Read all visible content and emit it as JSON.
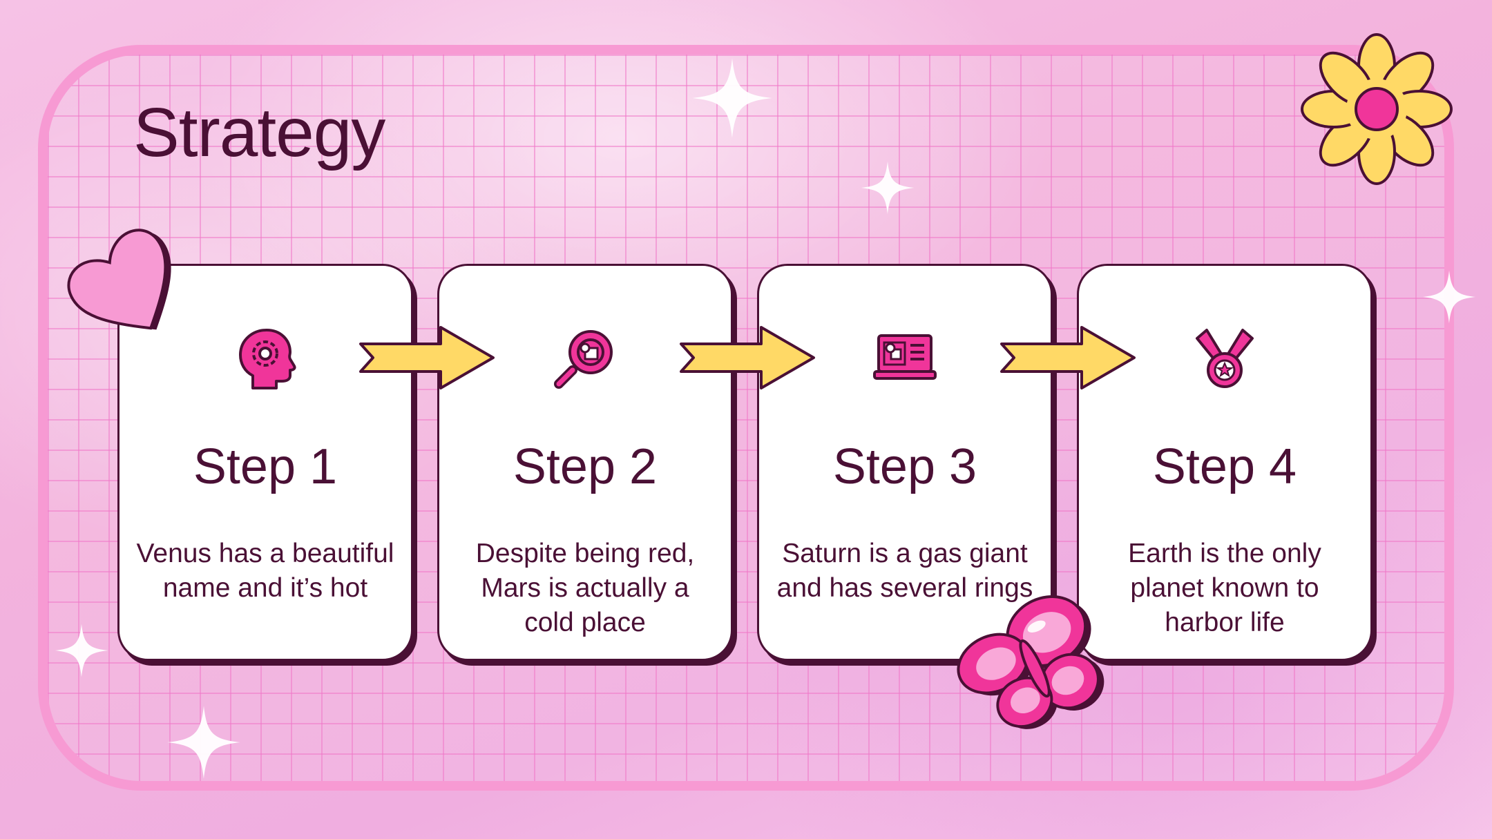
{
  "slide": {
    "title": "Strategy",
    "colors": {
      "text": "#4a1035",
      "accent_pink": "#f0359a",
      "arrow_yellow": "#ffd966",
      "frame": "#f79ad3"
    },
    "steps": [
      {
        "label": "Step 1",
        "desc": "Venus has a beautiful name and it’s hot",
        "icon": "head-gear-icon"
      },
      {
        "label": "Step 2",
        "desc": "Despite being red, Mars is actually a cold place",
        "icon": "magnifier-icon"
      },
      {
        "label": "Step 3",
        "desc": "Saturn is a gas giant and has several rings",
        "icon": "laptop-icon"
      },
      {
        "label": "Step 4",
        "desc": "Earth is the only planet known to harbor life",
        "icon": "medal-icon"
      }
    ]
  }
}
